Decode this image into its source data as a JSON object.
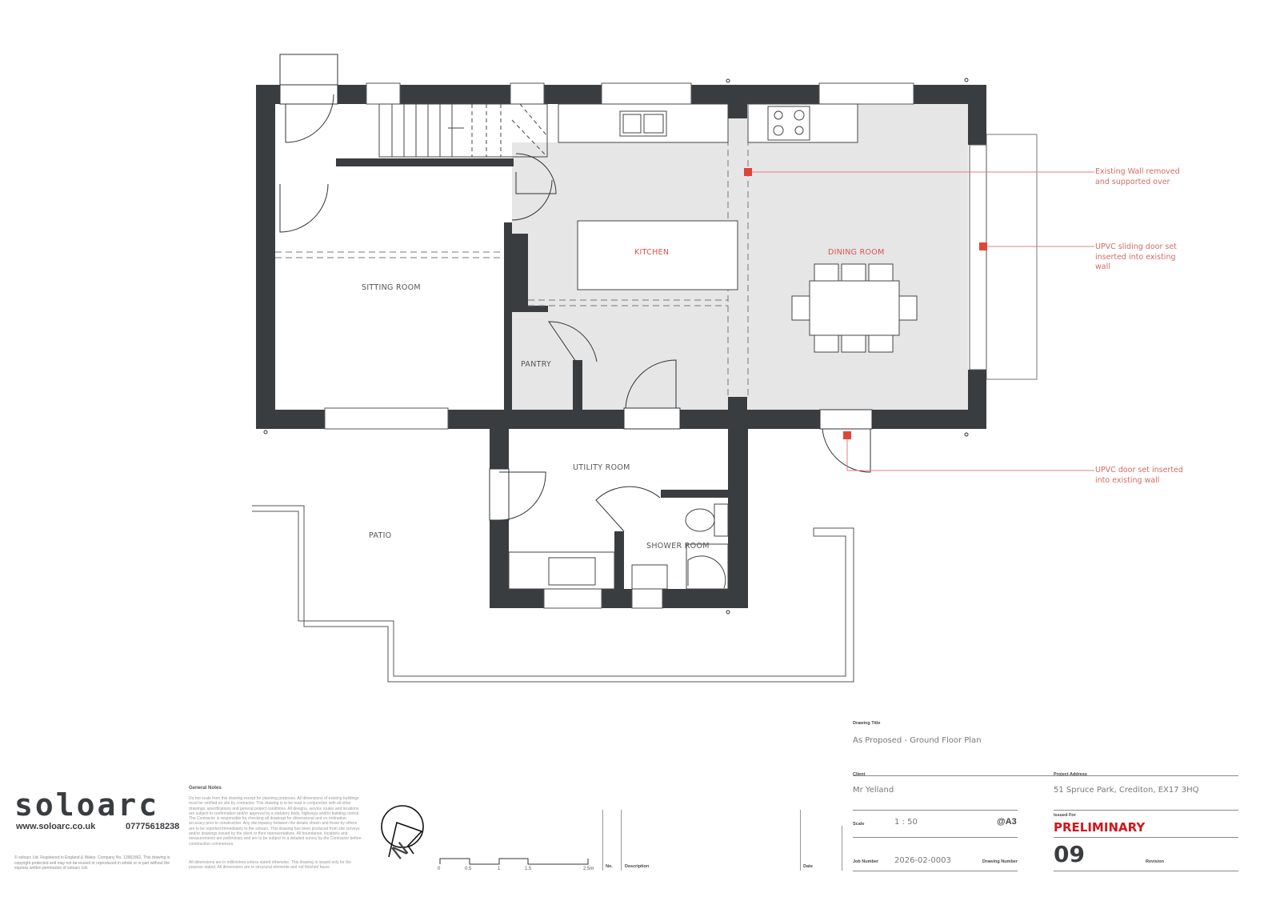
{
  "rooms": {
    "sitting": "SITTING ROOM",
    "kitchen": "KITCHEN",
    "dining": "DINING ROOM",
    "pantry": "PANTRY",
    "utility": "UTILITY ROOM",
    "shower": "SHOWER ROOM",
    "patio": "PATIO"
  },
  "annotations": [
    {
      "text": "Existing Wall removed and supported over"
    },
    {
      "text": "UPVC sliding door set inserted into existing wall"
    },
    {
      "text": "UPVC door set inserted into existing wall"
    }
  ],
  "colors": {
    "wall": "#3a3d40",
    "floor": "#e6e6e6",
    "annotation": "#d46a6a",
    "marker": "#e0453a",
    "issued": "#d4141c"
  },
  "brand": {
    "name": "soloarc",
    "website": "www.soloarc.co.uk",
    "phone": "07775618238",
    "copyright": "© soloarc Ltd. Registered in England & Wales. Company No. 13961862. This drawing is copyright protected and may not be reused or reproduced in whole or in part without the express written permission of soloarc Ltd."
  },
  "notes": {
    "heading": "General Notes",
    "body": "Do not scale from this drawing except for planning purposes. All dimensions of existing buildings must be verified on site by contractor. This drawing is to be read in conjunction with all other drawings, specifications and general project conditions. All designs, service routes and locations are subject to confirmation and/or approval by a statutory body, highways and/or building control. The Contractor is responsible for checking all drawings for dimensional and co-ordination accuracy prior to construction. Any discrepancy between the details shown and those by others are to be reported immediately to the soloarc. This drawing has been produced from site surveys and/or drawings issued by the client or their representatives. All boundaries, locations and measurements are preliminary and are to be subject to a detailed survey by the Contractor before construction commences.",
    "body2": "All dimensions are in millimetres unless stated otherwise. This drawing is issued only for the purpose stated. All dimensions are to structural elements and not finished faces."
  },
  "north_label": "N",
  "scale_bar": [
    "0",
    "0.5",
    "1",
    "1.5",
    "2.5m"
  ],
  "revisions": {
    "no": "No.",
    "description": "Description",
    "date": "Date"
  },
  "title_block": {
    "drawing_title_label": "Drawing Title",
    "drawing_title": "As Proposed - Ground Floor Plan",
    "client_label": "Client",
    "client": "Mr Yelland",
    "address_label": "Project Address",
    "address": "51 Spruce Park, Crediton, EX17 3HQ",
    "scale_label": "Scale",
    "scale": "1 : 50",
    "paper": "@A3",
    "issued_label": "Issued For",
    "issued": "PRELIMINARY",
    "job_label": "Job Number",
    "job": "2026-02-0003",
    "drawing_number_label": "Drawing Number",
    "drawing_number": "09",
    "revision_label": "Revision"
  }
}
